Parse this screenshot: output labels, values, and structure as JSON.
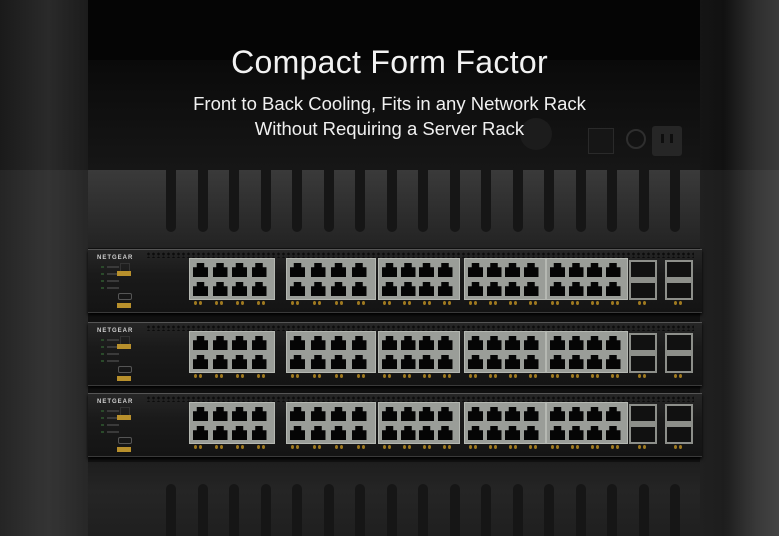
{
  "hero": {
    "title": "Compact Form Factor",
    "subtitle_line1": "Front to Back Cooling, Fits in any Network Rack",
    "subtitle_line2": "Without Requiring a Server Rack"
  },
  "image": {
    "subject": "Three rack-mounted network switches in a server rack",
    "switches": [
      {
        "brand": "NETGEAR"
      },
      {
        "brand": "NETGEAR"
      },
      {
        "brand": "NETGEAR"
      }
    ],
    "accent_colors": {
      "background": "#050505",
      "port_frame": "#9a9d98",
      "button_yellow": "#b8902c",
      "led_amber": "#a07a20"
    }
  }
}
